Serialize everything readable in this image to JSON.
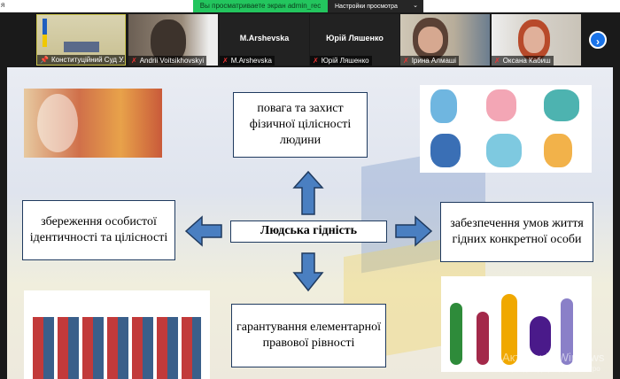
{
  "topbar": {
    "left_text": "я",
    "banner": "Вы просматриваете экран admin_rec",
    "view_options": "Настройки просмотра"
  },
  "participants": [
    {
      "name": "Конституційний Суд У...",
      "muted": false
    },
    {
      "name": "Andrii Voitsikhovskyi",
      "muted": true
    },
    {
      "name": "M.Arshevska",
      "display": "M.Arshevska",
      "muted": true
    },
    {
      "name": "Юрій Ляшенко",
      "display": "Юрій Ляшенко",
      "muted": true
    },
    {
      "name": "Ірина Алмаші",
      "muted": true
    },
    {
      "name": "Оксана Кабиш",
      "muted": true
    }
  ],
  "slide": {
    "center": "Людська гідність",
    "top": "повага та захист фізичної цілісності людини",
    "left": "збереження особистої ідентичності та цілісності",
    "right": "забезпечення умов життя гідних конкретної особи",
    "bottom": "гарантування елементарної правової рівності",
    "arrow_color": "#4a7fc1"
  },
  "watermark": {
    "title": "Активація Windows",
    "subtitle": "Перейдіть до розділу \"Настро"
  }
}
